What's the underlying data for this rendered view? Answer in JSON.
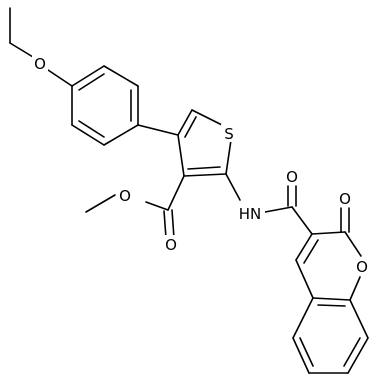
{
  "molecule": {
    "atom_labels": {
      "ether_oxygen": "O",
      "thiophene_sulfur": "S",
      "ester_carbonyl_oxygen": "O",
      "ester_methoxy_oxygen": "O",
      "amide_nitrogen": "HN",
      "amide_carbonyl_oxygen": "O",
      "lactone_carbonyl_oxygen": "O",
      "ring_oxygen": "O"
    }
  },
  "colors": {
    "bond": "#000000",
    "label": "#000000",
    "background": "#ffffff"
  }
}
